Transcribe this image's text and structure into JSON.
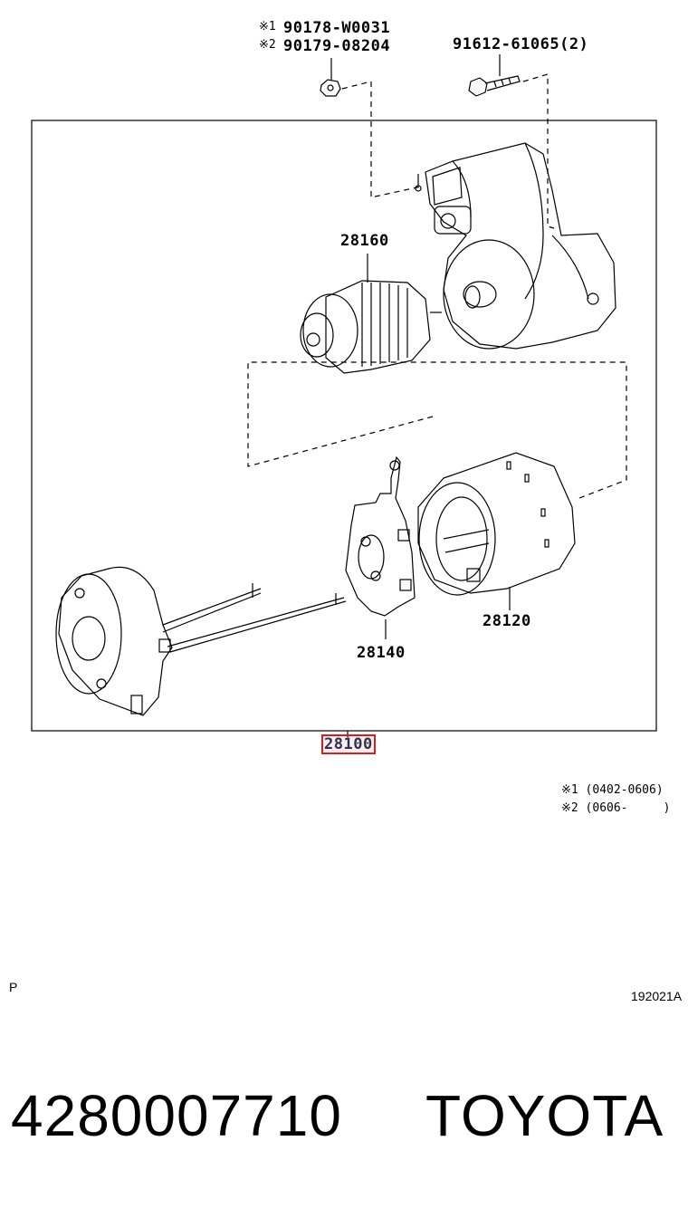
{
  "diagram": {
    "callout_bolt_note1": "※1",
    "callout_bolt_pn1": "90178-W0031",
    "callout_bolt_note2": "※2",
    "callout_bolt_pn2": "90179-08204",
    "callout_screw": "91612-61065(2)",
    "label_28160": "28160",
    "label_28120": "28120",
    "label_28140": "28140",
    "label_assembly": "28100"
  },
  "notes": {
    "note1": "※1 (0402-0606)",
    "note2": "※2 (0606-     )"
  },
  "footer": {
    "page_marker": "P",
    "figure_code": "192021A",
    "part_number": "4280007710",
    "brand": "TOYOTA"
  },
  "colors": {
    "highlight_border": "#d02020",
    "line": "#000000"
  }
}
